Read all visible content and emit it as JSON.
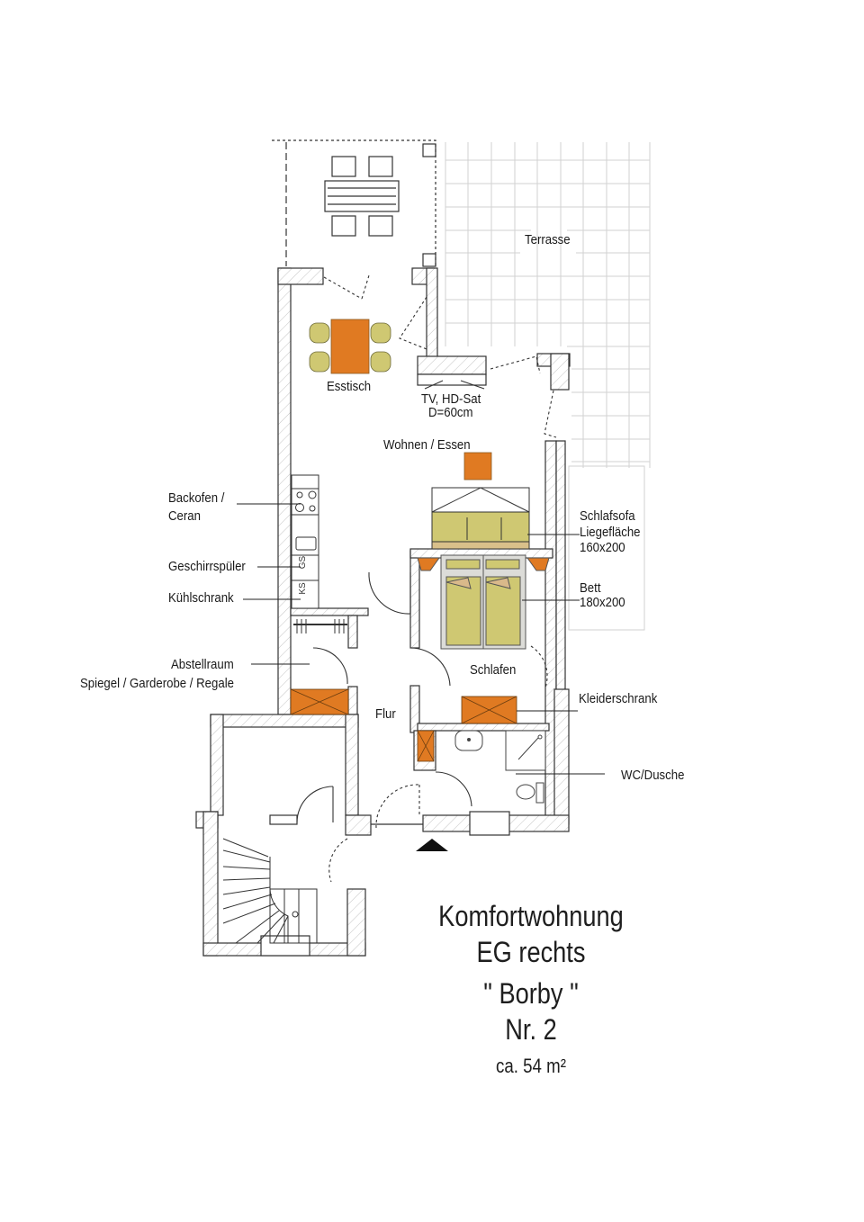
{
  "plan": {
    "title": {
      "line1": "Komfortwohnung",
      "line2": "EG rechts",
      "line3": "\" Borby \"",
      "line4": "Nr. 2",
      "area": "ca. 54 m²"
    },
    "rooms": {
      "terrace": "Terrasse",
      "dining_table": "Esstisch",
      "tv": "TV, HD-Sat",
      "tv_depth": "D=60cm",
      "living": "Wohnen / Essen",
      "sleeping": "Schlafen",
      "hall": "Flur"
    },
    "callouts": {
      "oven_line1": "Backofen /",
      "oven_line2": "Ceran",
      "dishwasher": "Geschirrspüler",
      "fridge": "Kühlschrank",
      "storage_line1": "Abstellraum",
      "storage_line2": "Spiegel / Garderobe / Regale",
      "sofa_line1": "Schlafsofa",
      "sofa_line2": "Liegefläche",
      "sofa_size": "160x200",
      "bed_line1": "Bett",
      "bed_size": "180x200",
      "wardrobe": "Kleiderschrank",
      "bathroom": "WC/Dusche"
    },
    "appliance_marks": {
      "dishwasher": "GS",
      "fridge": "KS"
    },
    "colors": {
      "furniture_orange": "#e07a22",
      "upholstery_olive": "#cfc872",
      "bed_frame": "#dcdcd8",
      "wall_line": "#333333",
      "hatch": "#bdbdbd",
      "grid": "#cfcfcf"
    }
  }
}
